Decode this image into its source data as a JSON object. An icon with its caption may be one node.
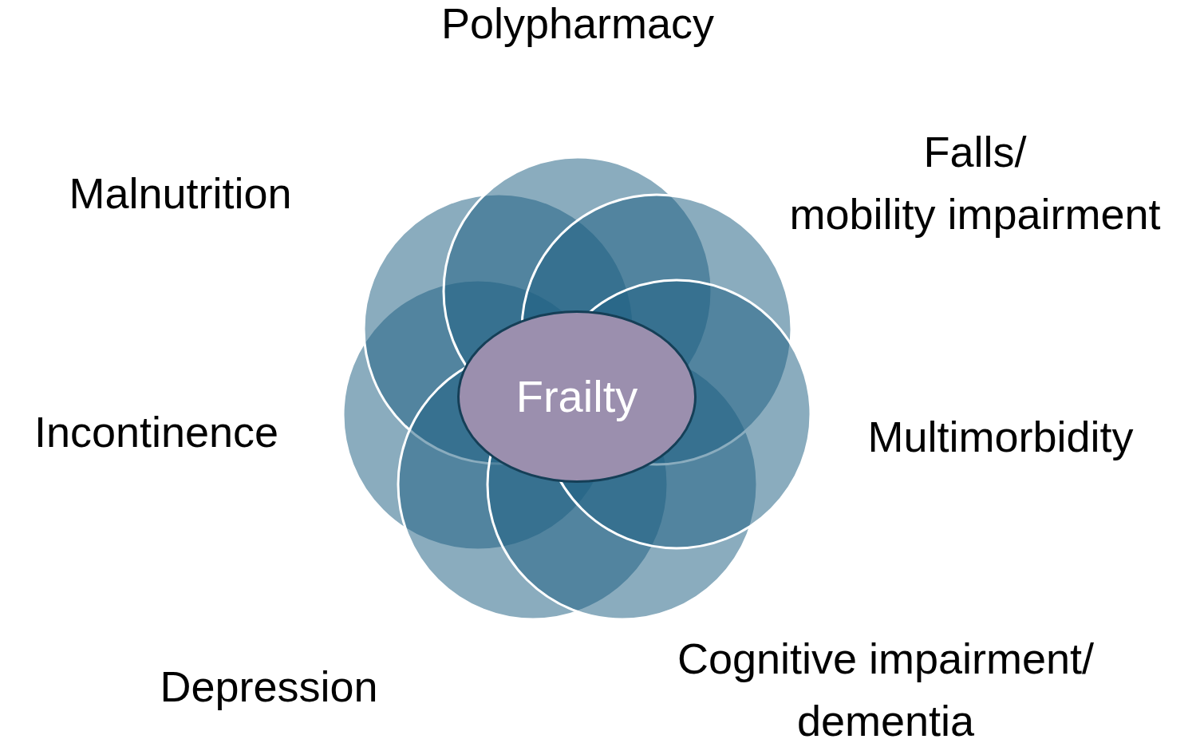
{
  "diagram": {
    "nodes": [
      {
        "text": [
          "Frailty"
        ]
      }
    ],
    "labels": [
      "Polypharmacy",
      "Falls/ mobility impairment",
      "Malnutrition",
      "Incontinence",
      "Multimorbidity",
      "Cognitive impairment/ dementia",
      "Depression"
    ]
  }
}
